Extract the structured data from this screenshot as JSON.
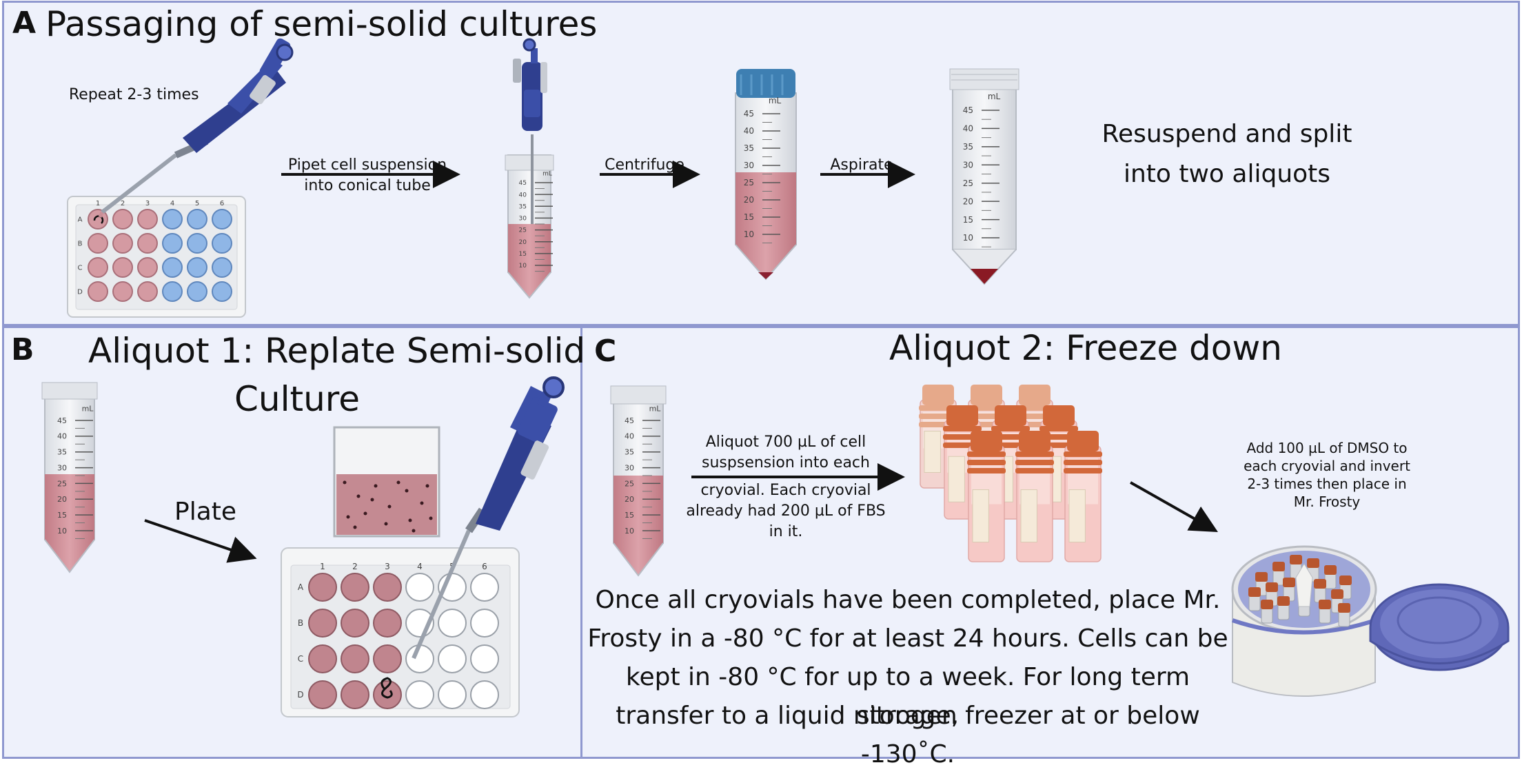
{
  "panels": {
    "a": {
      "letter": "A",
      "title": "Passaging of semi-solid cultures",
      "repeat": "Repeat 2-3 times",
      "step_pipet_1": "Pipet cell suspension",
      "step_pipet_2": "into conical tube",
      "step_centrifuge": "Centrifuge",
      "step_aspirate": "Aspirate",
      "resuspend_1": "Resuspend and split",
      "resuspend_2": "into two aliquots"
    },
    "b": {
      "letter": "B",
      "title_1": "Aliquot 1: Replate Semi-solid",
      "title_2": "Culture",
      "plate_label": "Plate"
    },
    "c": {
      "letter": "C",
      "title": "Aliquot 2: Freeze down",
      "aliquot_1": "Aliquot 700 µL of cell",
      "aliquot_2": "suspsension into each",
      "aliquot_3": "cryovial. Each cryovial",
      "aliquot_4": "already had 200 µL of FBS",
      "aliquot_5": "in it.",
      "dmso_1": "Add 100 µL of DMSO to",
      "dmso_2": "each  cryovial and invert",
      "dmso_3": "2-3 times then place in",
      "dmso_4": "Mr. Frosty",
      "note_1": "Once all cryovials have been completed, place Mr.",
      "note_2": "Frosty in a -80 °C for at least 24 hours. Cells can be",
      "note_3": "kept in -80 °C for up to a week. For long term storage,",
      "note_4": "transfer to a liquid nitrogen freezer at or below -130˚C."
    }
  },
  "tube_scale": [
    "45",
    "40",
    "35",
    "30",
    "25",
    "20",
    "15",
    "10"
  ],
  "tube_unit": "mL",
  "plate_columns": [
    "1",
    "2",
    "3",
    "4",
    "5",
    "6"
  ],
  "plate_rows": [
    "A",
    "B",
    "C",
    "D"
  ],
  "colors": {
    "panel_bg": "#eef1fb",
    "panel_border": "#8f98cf",
    "culture_pink": "#c98f97",
    "well_blue": "#8fb6e6",
    "pipette_blue": "#2f3f8f",
    "cap_blue": "#3e7fb2",
    "cap_orange": "#d2683a",
    "frosty_blue": "#6f78c4"
  },
  "icons": [
    "pipette-icon",
    "well-plate-icon",
    "conical-tube-icon",
    "cryovial-icon",
    "mr-frosty-icon",
    "culture-dish-icon",
    "arrow-icon"
  ]
}
